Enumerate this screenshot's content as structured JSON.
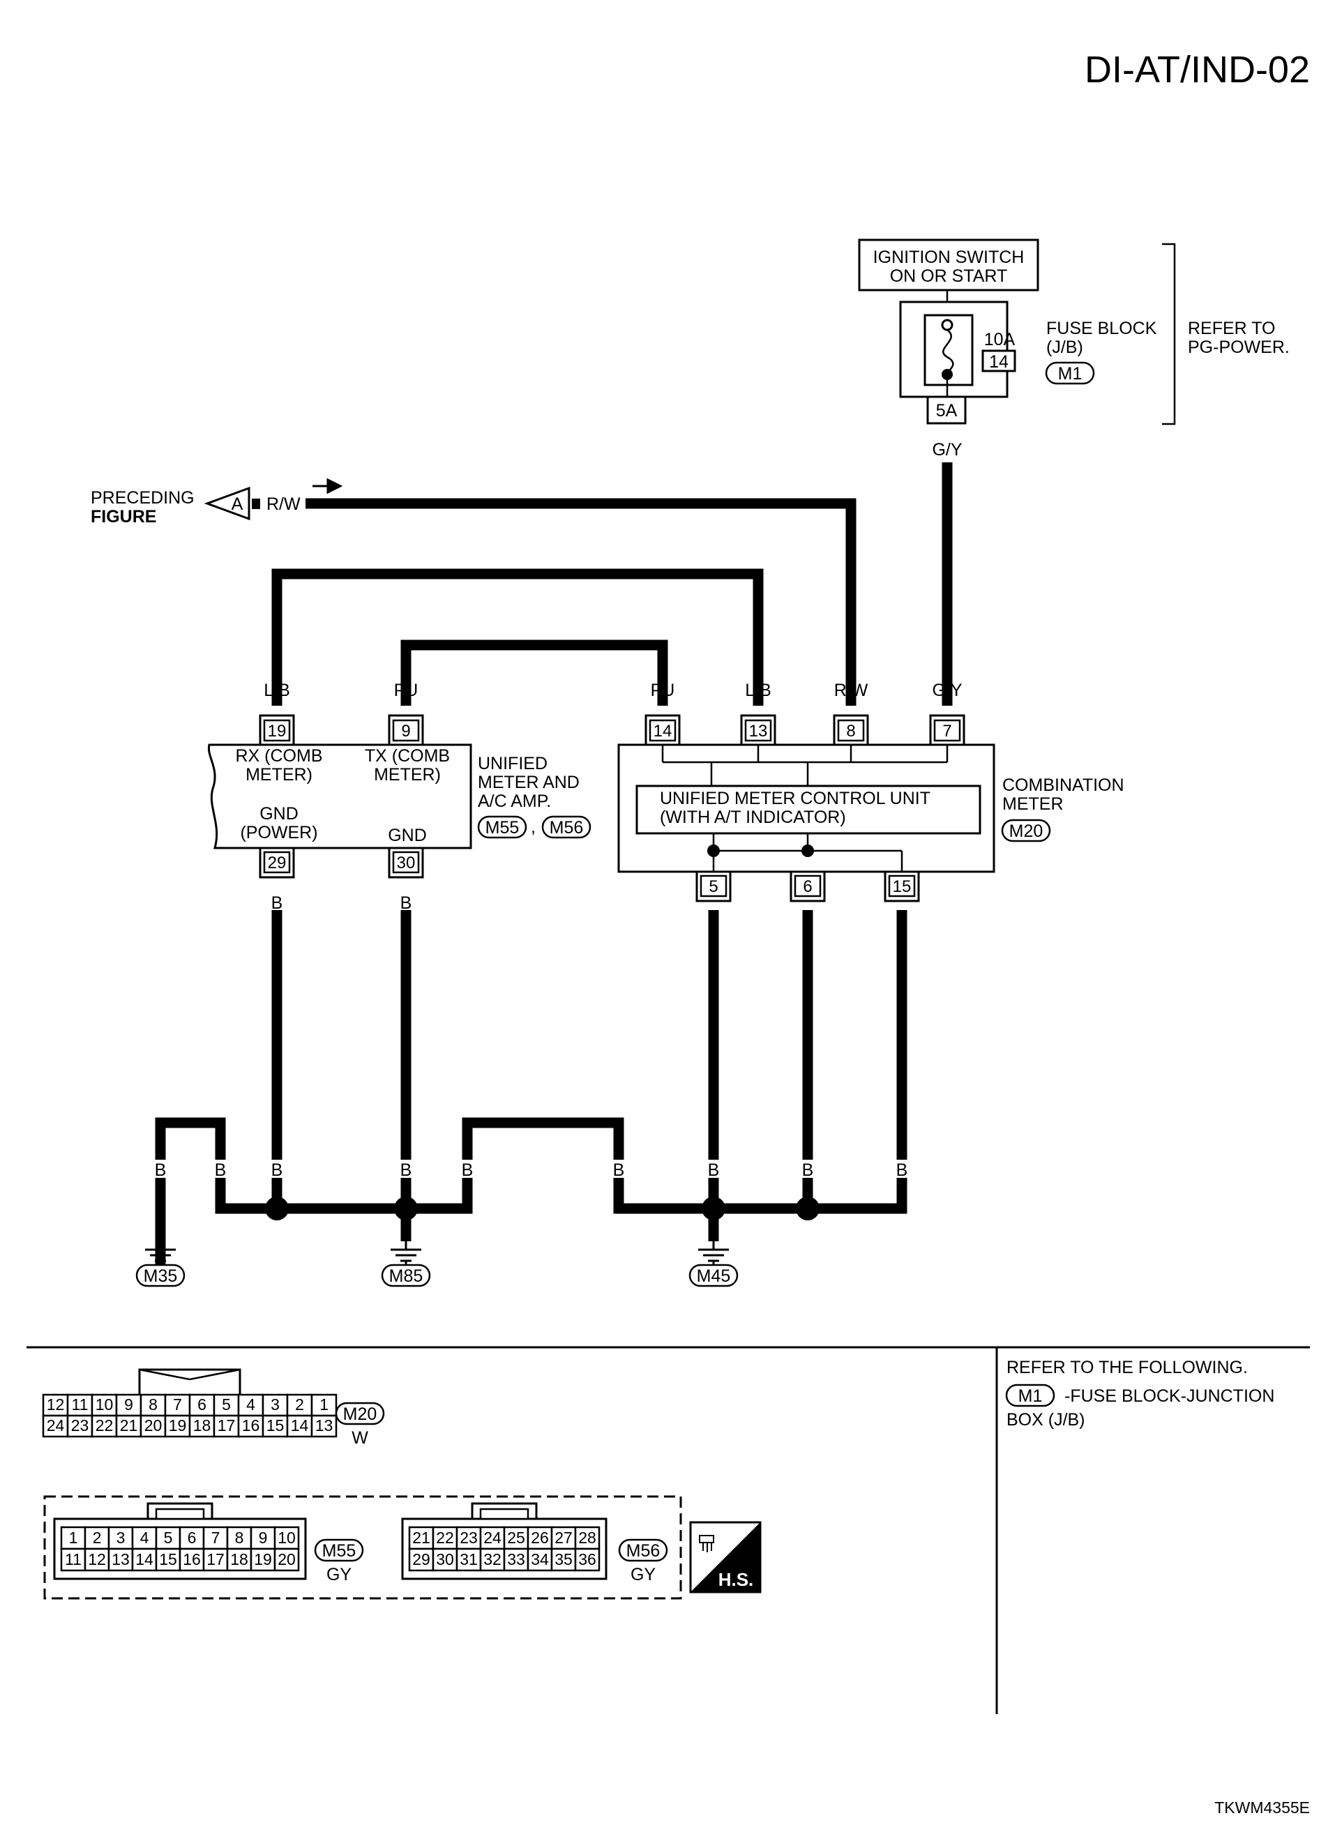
{
  "page_id": "DI-AT/IND-02",
  "image_code": "TKWM4355E",
  "ignition": {
    "line1": "IGNITION SWITCH",
    "line2": "ON OR START"
  },
  "fuse": {
    "amp": "10A",
    "num": "14",
    "terminal": "5A",
    "wire": "G/Y"
  },
  "fuse_block": {
    "line1": "FUSE BLOCK",
    "line2": "(J/B)",
    "conn": "M1"
  },
  "refer": {
    "line1": "REFER TO",
    "line2": "PG-POWER."
  },
  "preceding": {
    "line1": "PRECEDING",
    "line2": "FIGURE",
    "tag": "A",
    "wire": "R/W"
  },
  "amp_unit": {
    "name1": "UNIFIED",
    "name2": "METER AND",
    "name3": "A/C AMP.",
    "conn1": "M55",
    "conn2": "M56",
    "comma": ",",
    "rx1": "RX (COMB",
    "rx2": "METER)",
    "tx1": "TX (COMB",
    "tx2": "METER)",
    "gnd_power1": "GND",
    "gnd_power2": "(POWER)",
    "gnd": "GND",
    "top_pins": [
      "19",
      "9"
    ],
    "top_wires": [
      "L/B",
      "PU"
    ],
    "bottom_pins": [
      "29",
      "30"
    ],
    "bottom_wires": [
      "B",
      "B"
    ]
  },
  "comb_meter": {
    "name1": "COMBINATION",
    "name2": "METER",
    "conn": "M20",
    "ecu1": "UNIFIED METER CONTROL UNIT",
    "ecu2": "(WITH A/T INDICATOR)",
    "top_pins": [
      "14",
      "13",
      "8",
      "7"
    ],
    "top_wires": [
      "PU",
      "L/B",
      "R/W",
      "G/Y"
    ],
    "bottom_pins": [
      "5",
      "6",
      "15"
    ],
    "bottom_wires": [
      "B",
      "B",
      "B"
    ]
  },
  "ground_wires": [
    "B",
    "B",
    "B",
    "B",
    "B",
    "B",
    "B",
    "B",
    "B"
  ],
  "grounds": [
    "M35",
    "M85",
    "M45"
  ],
  "m20": {
    "row1": [
      "12",
      "11",
      "10",
      "9",
      "8",
      "7",
      "6",
      "5",
      "4",
      "3",
      "2",
      "1"
    ],
    "row2": [
      "24",
      "23",
      "22",
      "21",
      "20",
      "19",
      "18",
      "17",
      "16",
      "15",
      "14",
      "13"
    ],
    "id": "M20",
    "color": "W"
  },
  "m55": {
    "row1": [
      "1",
      "2",
      "3",
      "4",
      "5",
      "6",
      "7",
      "8",
      "9",
      "10"
    ],
    "row2": [
      "11",
      "12",
      "13",
      "14",
      "15",
      "16",
      "17",
      "18",
      "19",
      "20"
    ],
    "id": "M55",
    "color": "GY"
  },
  "m56": {
    "row1": [
      "21",
      "22",
      "23",
      "24",
      "25",
      "26",
      "27",
      "28"
    ],
    "row2": [
      "29",
      "30",
      "31",
      "32",
      "33",
      "34",
      "35",
      "36"
    ],
    "id": "M56",
    "color": "GY"
  },
  "hs_label": "H.S.",
  "refer_following": {
    "line1": "REFER TO THE FOLLOWING.",
    "conn": "M1",
    "line2": "-FUSE BLOCK-JUNCTION",
    "line3": "BOX (J/B)"
  }
}
